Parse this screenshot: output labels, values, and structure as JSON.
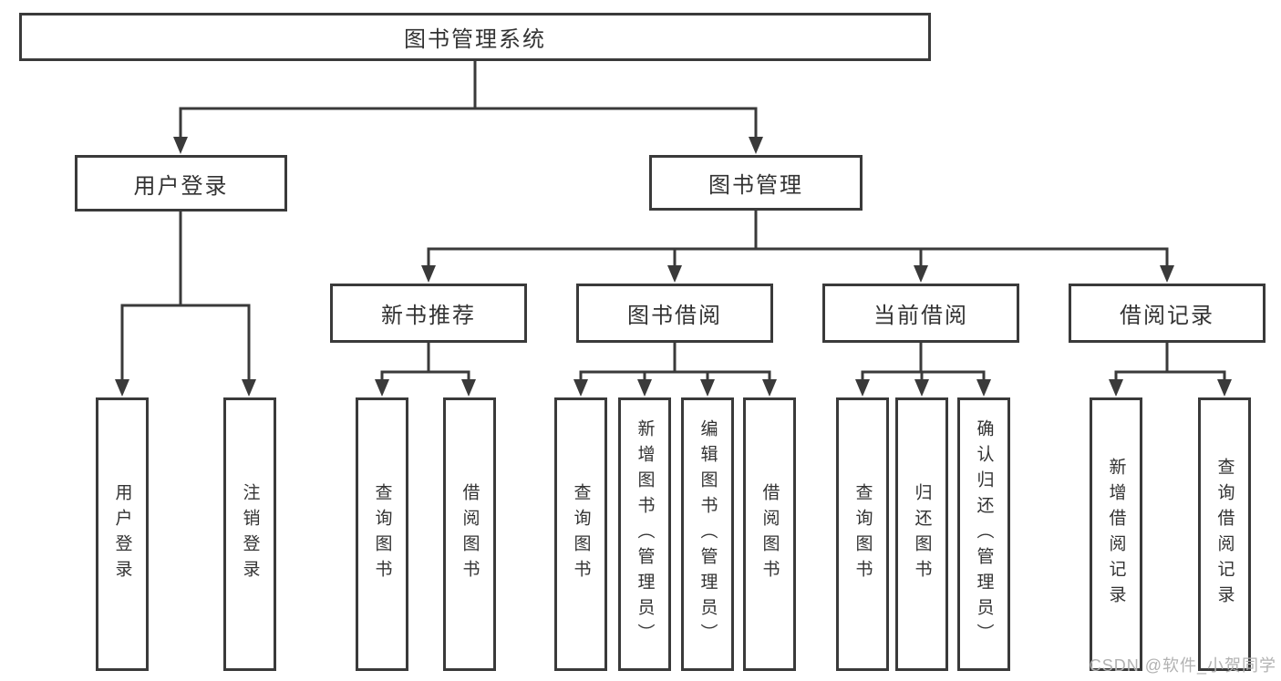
{
  "diagram": {
    "title_hint": "library management system feature tree",
    "root": {
      "label": "图书管理系统"
    },
    "level2": [
      {
        "label": "用户登录"
      },
      {
        "label": "图书管理"
      }
    ],
    "level3": [
      {
        "label": "新书推荐"
      },
      {
        "label": "图书借阅"
      },
      {
        "label": "当前借阅"
      },
      {
        "label": "借阅记录"
      }
    ],
    "leaves": {
      "user_login": [
        {
          "label": "用户登录"
        },
        {
          "label": "注销登录"
        }
      ],
      "new_book": [
        {
          "label": "查询图书"
        },
        {
          "label": "借阅图书"
        }
      ],
      "book_borrow": [
        {
          "label": "查询图书"
        },
        {
          "label": "新增图书（管理员）"
        },
        {
          "label": "编辑图书（管理员）"
        },
        {
          "label": "借阅图书"
        }
      ],
      "current_borrow": [
        {
          "label": "查询图书"
        },
        {
          "label": "归还图书"
        },
        {
          "label": "确认归还（管理员）"
        }
      ],
      "borrow_records": [
        {
          "label": "新增借阅记录"
        },
        {
          "label": "查询借阅记录"
        }
      ]
    }
  },
  "watermark": {
    "text": "CSDN @软件_小贺同学"
  },
  "colors": {
    "line": "#3a3a3a",
    "text": "#333333",
    "watermark": "#b2b2b2",
    "background": "#ffffff"
  }
}
